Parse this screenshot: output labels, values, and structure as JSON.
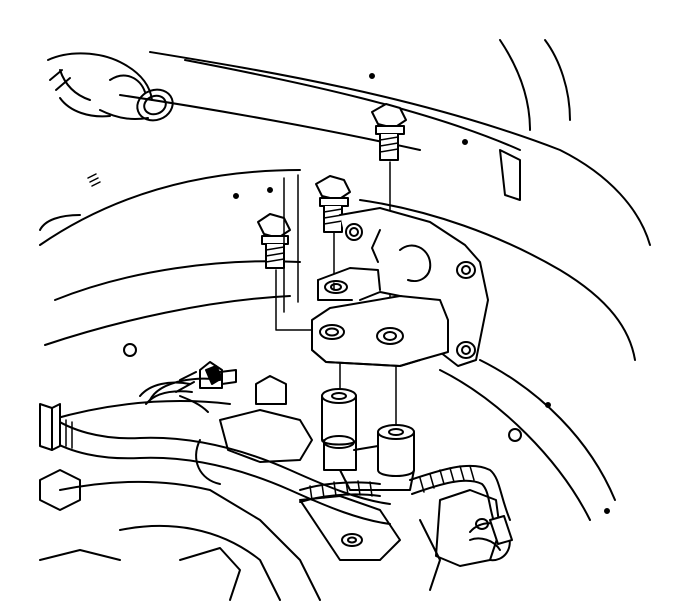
{
  "diagram": {
    "subject": "engine-mount-bracket-exploded-view",
    "line_color": "#000000",
    "background": "#ffffff",
    "components": [
      {
        "id": "bolt-1",
        "type": "bolt"
      },
      {
        "id": "bolt-2",
        "type": "bolt"
      },
      {
        "id": "bolt-3",
        "type": "bolt"
      },
      {
        "id": "mount-bracket",
        "type": "bracket"
      },
      {
        "id": "engine-bosses",
        "type": "mounting-bosses"
      },
      {
        "id": "wiring-harness",
        "type": "harness"
      },
      {
        "id": "coolant-hose",
        "type": "hose"
      },
      {
        "id": "inner-fender",
        "type": "body-panel"
      }
    ]
  }
}
